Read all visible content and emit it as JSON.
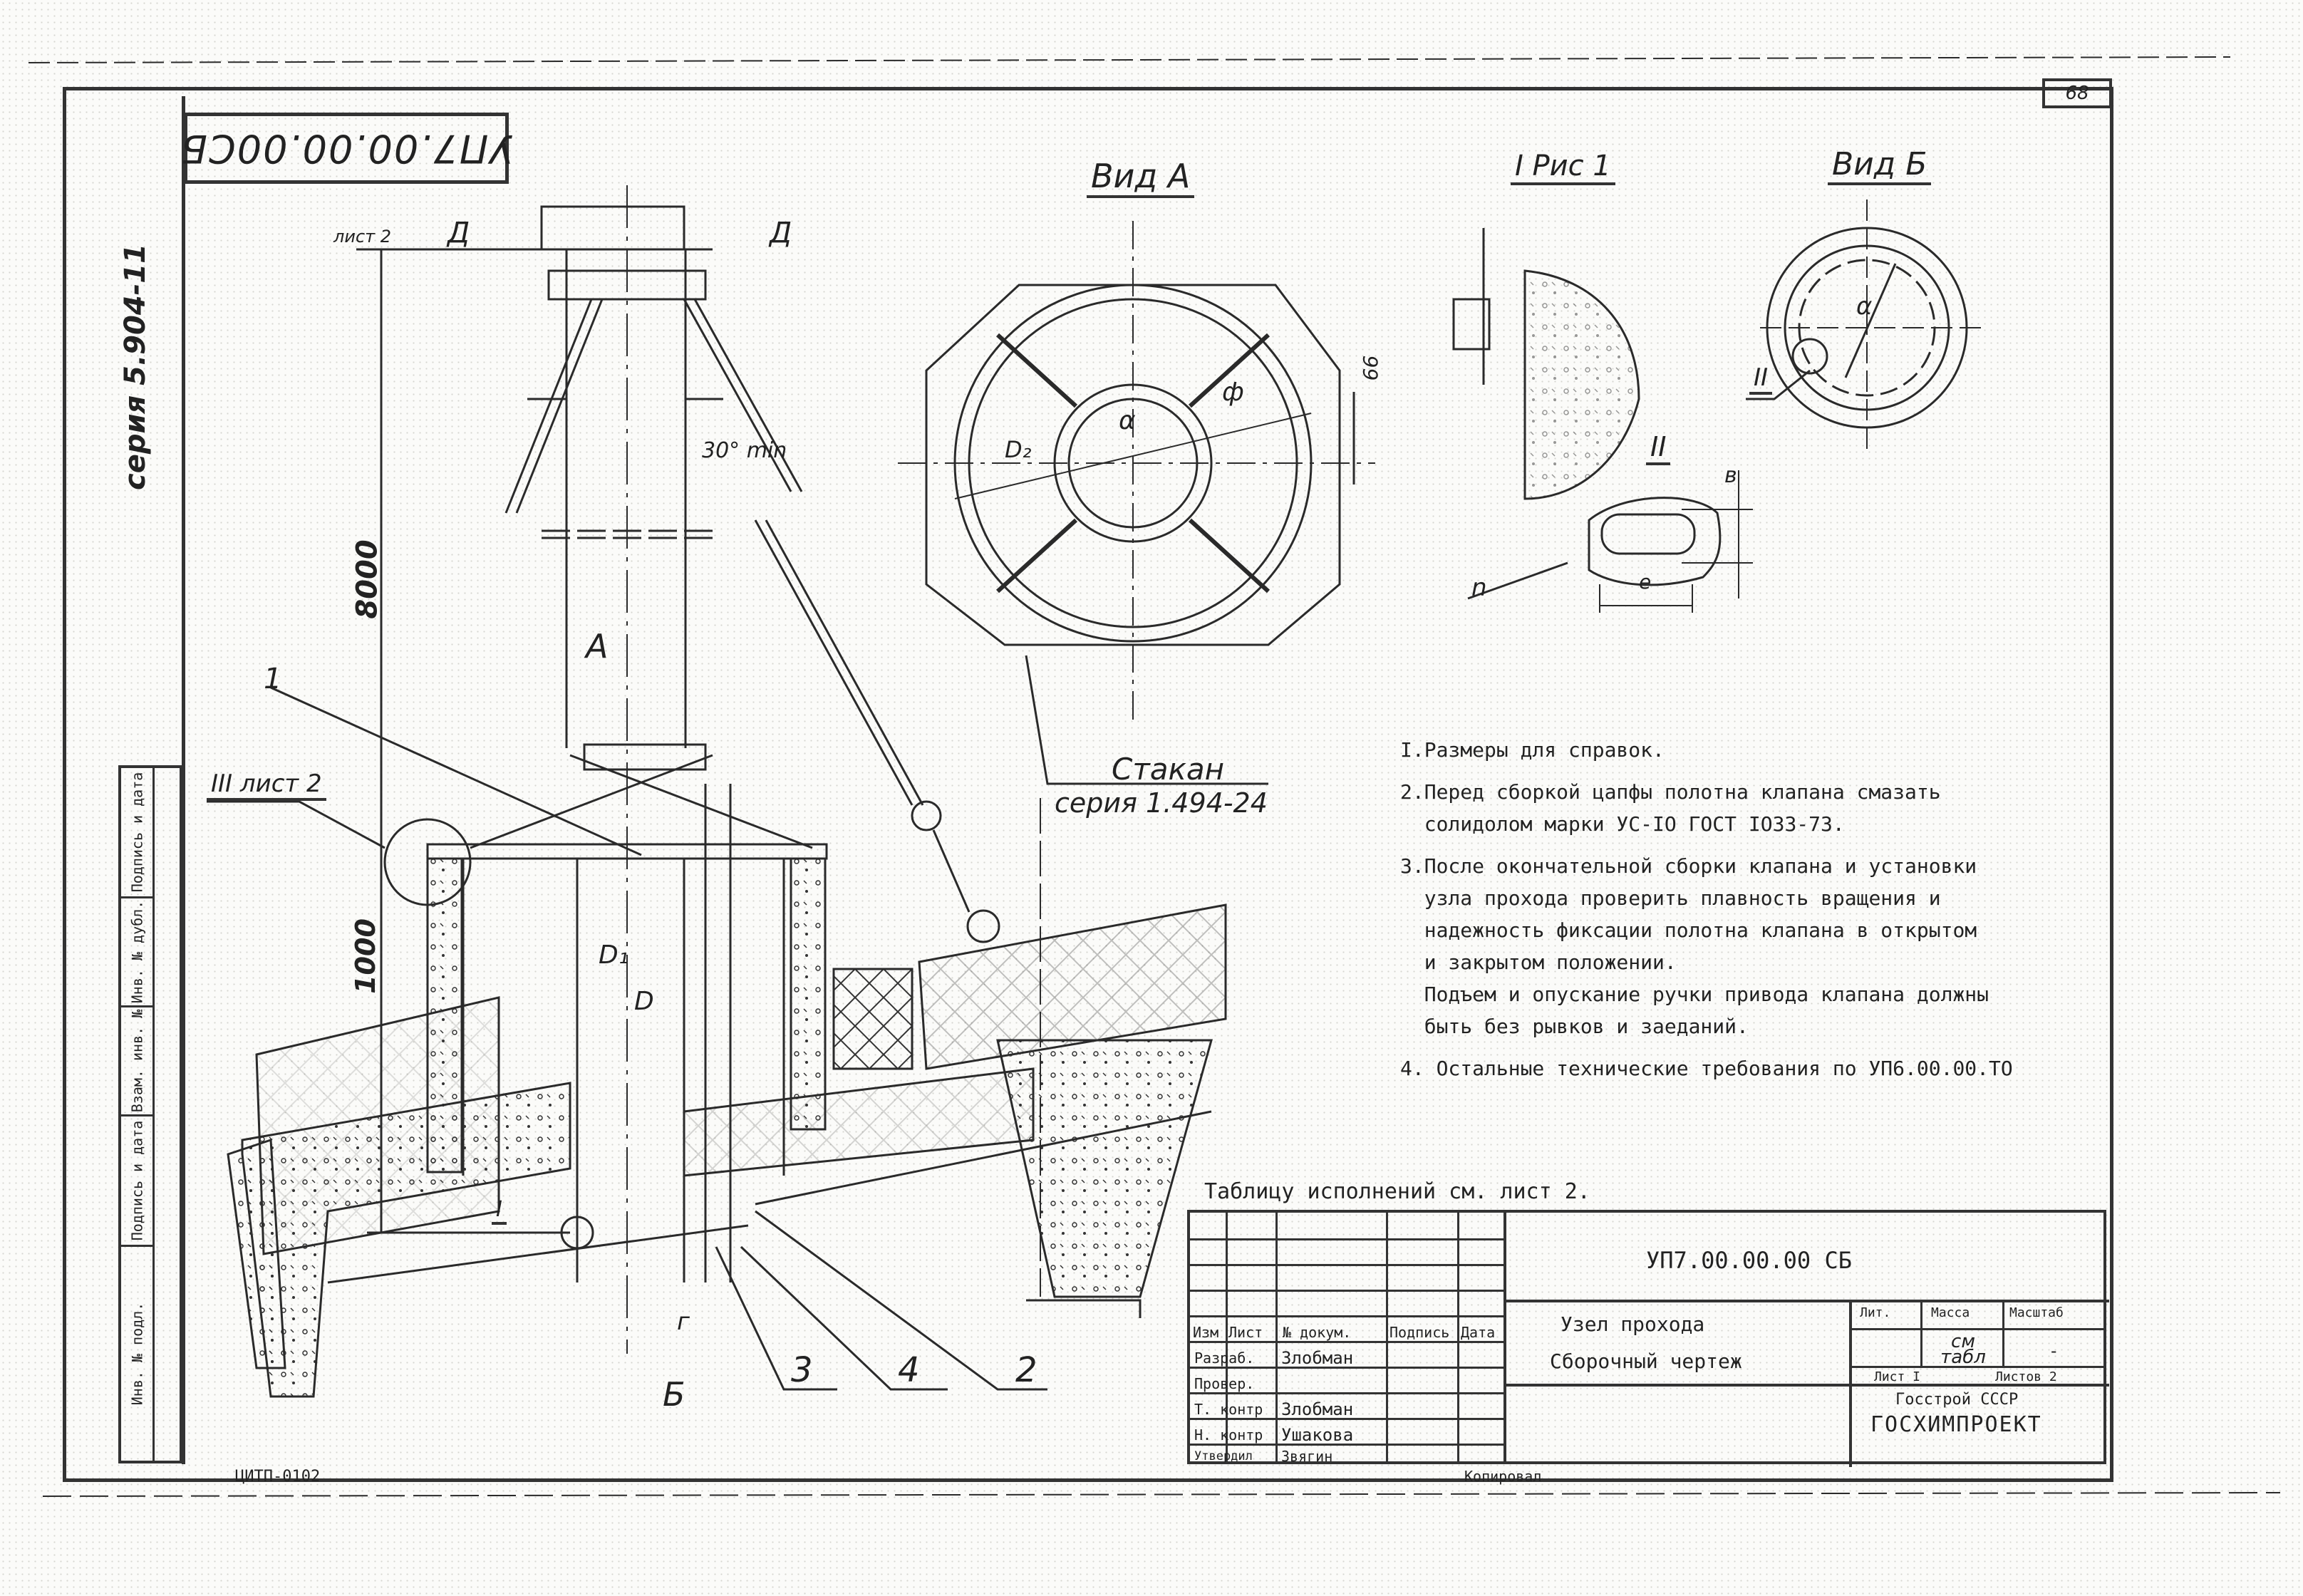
{
  "document": {
    "type": "assembly drawing",
    "top_stamp_code": "УП7.00.00.00СБ",
    "series": "серия 5.904-11",
    "sheet_corner_number": "68"
  },
  "side_table": {
    "cells": [
      "Инв. № подл.",
      "Подпись и дата",
      "Взам. инв. №",
      "Инв. № дубл.",
      "Подпись и дата"
    ]
  },
  "views": {
    "view_a_title": "Вид А",
    "detail_i_title": "I  Рис 1",
    "view_b_title": "Вид Б",
    "detail_ii_title": "II",
    "detail_ii_marker": "II"
  },
  "labels": {
    "section_sheet": "лист 2",
    "section_mark": "Д",
    "angle": "30° min",
    "dim_8000": "8000",
    "dim_1000": "1000",
    "view_arrow_a": "А",
    "view_arrow_b": "Б",
    "detail_iii": "III лист 2",
    "d": "D",
    "d1": "D₁",
    "d2": "D₂",
    "dim_99": "99",
    "phi": "ф",
    "alpha": "α",
    "dim_b": "в",
    "dim_e": "е",
    "dim_n": "n",
    "dim_r": "г",
    "detail_i_mark": "I",
    "part_1": "1",
    "part_2": "2",
    "part_3": "3",
    "part_4": "4",
    "glass_title": "Стакан",
    "glass_series": "серия 1.494-24"
  },
  "notes": [
    "I.Размеры для справок.",
    "2.Перед сборкой цапфы полотна клапана смазать\n  солидолом марки УС-IO ГОСТ IO33-73.",
    "3.После окончательной сборки клапана и установки\n  узла прохода проверить плавность вращения и\n  надежность фиксации полотна клапана в открытом\n  и закрытом положении.\n  Подъем и опускание ручки привода клапана должны\n  быть без рывков и заеданий.",
    "4. Остальные технические требования по УП6.00.00.ТО"
  ],
  "table_caption": "Таблицу исполнений см. лист 2.",
  "title_block": {
    "designation": "УП7.00.00.00 СБ",
    "name_line1": "Узел прохода",
    "name_line2": "Сборочный чертеж",
    "headers": {
      "izm": "Изм",
      "list": "Лист",
      "doc_no": "№ докум.",
      "sign": "Подпись",
      "date": "Дата"
    },
    "roles": [
      {
        "role": "Разраб.",
        "name": "Злобман"
      },
      {
        "role": "Провер.",
        "name": ""
      },
      {
        "role": "Т. контр",
        "name": "Злобман"
      },
      {
        "role": "",
        "name": ""
      },
      {
        "role": "Н. контр",
        "name": "Ушакова"
      },
      {
        "role": "Утвердил",
        "name": "Звягин"
      }
    ],
    "lit_label": "Лит.",
    "mass_label": "Масса",
    "scale_label": "Масштаб",
    "mass_value": "см табл",
    "scale_value": "-",
    "sheet_label": "Лист I",
    "sheets_label": "Листов 2",
    "org_line1": "Госстрой СССР",
    "org_line2": "ГОСХИМПРОЕКТ"
  },
  "footer": {
    "format_code": "ЦИТП-0102",
    "copied": "Копировал"
  }
}
